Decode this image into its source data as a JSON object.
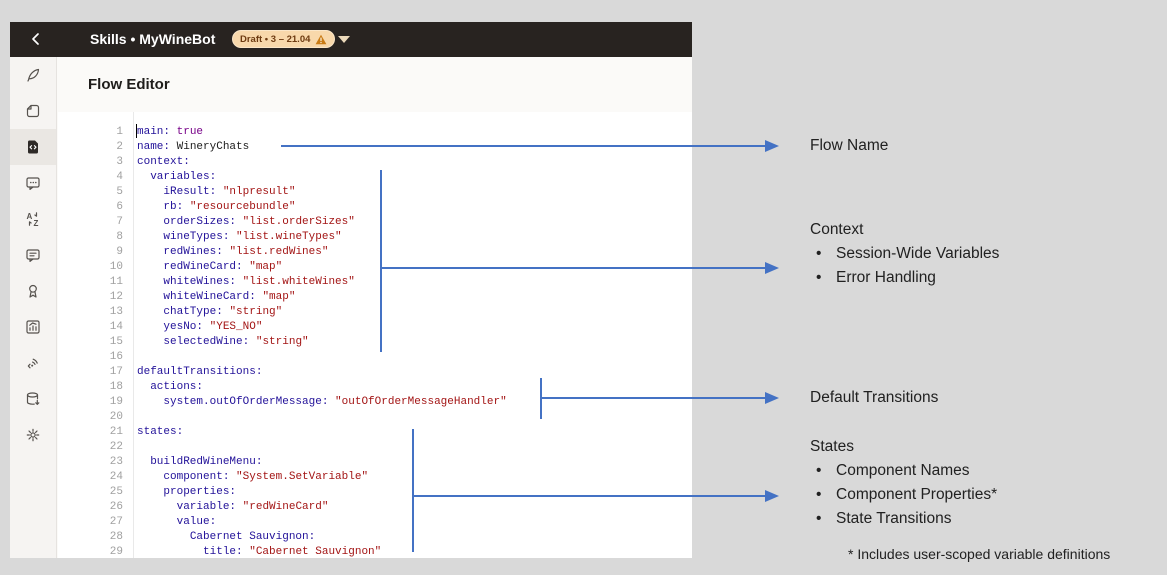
{
  "header": {
    "title": "Skills • MyWineBot",
    "version_badge": "Draft • 3 – 21.04",
    "warning_icon": "warning-triangle-icon",
    "back_icon": "back-chevron-icon",
    "caret_icon": "chevron-down-icon"
  },
  "sidebar": {
    "items": [
      {
        "icon": "quill-icon",
        "selected": false
      },
      {
        "icon": "entities-icon",
        "selected": false
      },
      {
        "icon": "flow-code-icon",
        "selected": true
      },
      {
        "icon": "chat-dots-icon",
        "selected": false
      },
      {
        "icon": "translate-icon",
        "selected": false
      },
      {
        "icon": "chat-lines-icon",
        "selected": false
      },
      {
        "icon": "ribbon-icon",
        "selected": false
      },
      {
        "icon": "chart-icon",
        "selected": false
      },
      {
        "icon": "broadcast-code-icon",
        "selected": false
      },
      {
        "icon": "database-icon",
        "selected": false
      },
      {
        "icon": "settings-icon",
        "selected": false
      }
    ]
  },
  "page": {
    "title": "Flow Editor"
  },
  "editor": {
    "lines": [
      {
        "n": "1",
        "t": [
          [
            "k",
            "main:"
          ],
          [
            "p",
            " "
          ],
          [
            "b",
            "true"
          ]
        ]
      },
      {
        "n": "2",
        "t": [
          [
            "k",
            "name:"
          ],
          [
            "p",
            " WineryChats"
          ]
        ]
      },
      {
        "n": "3",
        "t": [
          [
            "k",
            "context:"
          ]
        ]
      },
      {
        "n": "4",
        "t": [
          [
            "p",
            "  "
          ],
          [
            "k",
            "variables:"
          ]
        ]
      },
      {
        "n": "5",
        "t": [
          [
            "p",
            "    "
          ],
          [
            "k",
            "iResult:"
          ],
          [
            "p",
            " "
          ],
          [
            "s",
            "\"nlpresult\""
          ]
        ]
      },
      {
        "n": "6",
        "t": [
          [
            "p",
            "    "
          ],
          [
            "k",
            "rb:"
          ],
          [
            "p",
            " "
          ],
          [
            "s",
            "\"resourcebundle\""
          ]
        ]
      },
      {
        "n": "7",
        "t": [
          [
            "p",
            "    "
          ],
          [
            "k",
            "orderSizes:"
          ],
          [
            "p",
            " "
          ],
          [
            "s",
            "\"list.orderSizes\""
          ]
        ]
      },
      {
        "n": "8",
        "t": [
          [
            "p",
            "    "
          ],
          [
            "k",
            "wineTypes:"
          ],
          [
            "p",
            " "
          ],
          [
            "s",
            "\"list.wineTypes\""
          ]
        ]
      },
      {
        "n": "9",
        "t": [
          [
            "p",
            "    "
          ],
          [
            "k",
            "redWines:"
          ],
          [
            "p",
            " "
          ],
          [
            "s",
            "\"list.redWines\""
          ]
        ]
      },
      {
        "n": "10",
        "t": [
          [
            "p",
            "    "
          ],
          [
            "k",
            "redWineCard:"
          ],
          [
            "p",
            " "
          ],
          [
            "s",
            "\"map\""
          ]
        ]
      },
      {
        "n": "11",
        "t": [
          [
            "p",
            "    "
          ],
          [
            "k",
            "whiteWines:"
          ],
          [
            "p",
            " "
          ],
          [
            "s",
            "\"list.whiteWines\""
          ]
        ]
      },
      {
        "n": "12",
        "t": [
          [
            "p",
            "    "
          ],
          [
            "k",
            "whiteWineCard:"
          ],
          [
            "p",
            " "
          ],
          [
            "s",
            "\"map\""
          ]
        ]
      },
      {
        "n": "13",
        "t": [
          [
            "p",
            "    "
          ],
          [
            "k",
            "chatType:"
          ],
          [
            "p",
            " "
          ],
          [
            "s",
            "\"string\""
          ]
        ]
      },
      {
        "n": "14",
        "t": [
          [
            "p",
            "    "
          ],
          [
            "k",
            "yesNo:"
          ],
          [
            "p",
            " "
          ],
          [
            "s",
            "\"YES_NO\""
          ]
        ]
      },
      {
        "n": "15",
        "t": [
          [
            "p",
            "    "
          ],
          [
            "k",
            "selectedWine:"
          ],
          [
            "p",
            " "
          ],
          [
            "s",
            "\"string\""
          ]
        ]
      },
      {
        "n": "16",
        "t": []
      },
      {
        "n": "17",
        "t": [
          [
            "k",
            "defaultTransitions:"
          ]
        ]
      },
      {
        "n": "18",
        "t": [
          [
            "p",
            "  "
          ],
          [
            "k",
            "actions:"
          ]
        ]
      },
      {
        "n": "19",
        "t": [
          [
            "p",
            "    "
          ],
          [
            "k",
            "system.outOfOrderMessage:"
          ],
          [
            "p",
            " "
          ],
          [
            "s",
            "\"outOfOrderMessageHandler\""
          ]
        ]
      },
      {
        "n": "20",
        "t": []
      },
      {
        "n": "21",
        "t": [
          [
            "k",
            "states:"
          ]
        ]
      },
      {
        "n": "22",
        "t": []
      },
      {
        "n": "23",
        "t": [
          [
            "p",
            "  "
          ],
          [
            "k",
            "buildRedWineMenu:"
          ]
        ]
      },
      {
        "n": "24",
        "t": [
          [
            "p",
            "    "
          ],
          [
            "k",
            "component:"
          ],
          [
            "p",
            " "
          ],
          [
            "s",
            "\"System.SetVariable\""
          ]
        ]
      },
      {
        "n": "25",
        "t": [
          [
            "p",
            "    "
          ],
          [
            "k",
            "properties:"
          ]
        ]
      },
      {
        "n": "26",
        "t": [
          [
            "p",
            "      "
          ],
          [
            "k",
            "variable:"
          ],
          [
            "p",
            " "
          ],
          [
            "s",
            "\"redWineCard\""
          ]
        ]
      },
      {
        "n": "27",
        "t": [
          [
            "p",
            "      "
          ],
          [
            "k",
            "value:"
          ]
        ]
      },
      {
        "n": "28",
        "t": [
          [
            "p",
            "        "
          ],
          [
            "k",
            "Cabernet Sauvignon:"
          ]
        ]
      },
      {
        "n": "29",
        "t": [
          [
            "p",
            "          "
          ],
          [
            "k",
            "title:"
          ],
          [
            "p",
            " "
          ],
          [
            "s",
            "\"Cabernet Sauvignon\""
          ]
        ]
      }
    ]
  },
  "annotations": {
    "flow_name": {
      "label": "Flow Name"
    },
    "context": {
      "title": "Context",
      "bullets": [
        "Session-Wide Variables",
        "Error Handling"
      ]
    },
    "default_transitions": {
      "label": "Default Transitions"
    },
    "states": {
      "title": "States",
      "bullets": [
        "Component Names",
        "Component Properties*",
        "State Transitions"
      ]
    },
    "footnote": "* Includes user-scoped variable definitions"
  },
  "colors": {
    "arrow": "#4472c4",
    "syntax_key": "#221199",
    "syntax_string": "#a31515",
    "syntax_boolean": "#770088",
    "badge_bg": "#f8d8ab",
    "badge_text": "#6d3a10",
    "warning": "#c97b15",
    "header_bg": "#282320",
    "page_bg": "#d9d9d9"
  }
}
